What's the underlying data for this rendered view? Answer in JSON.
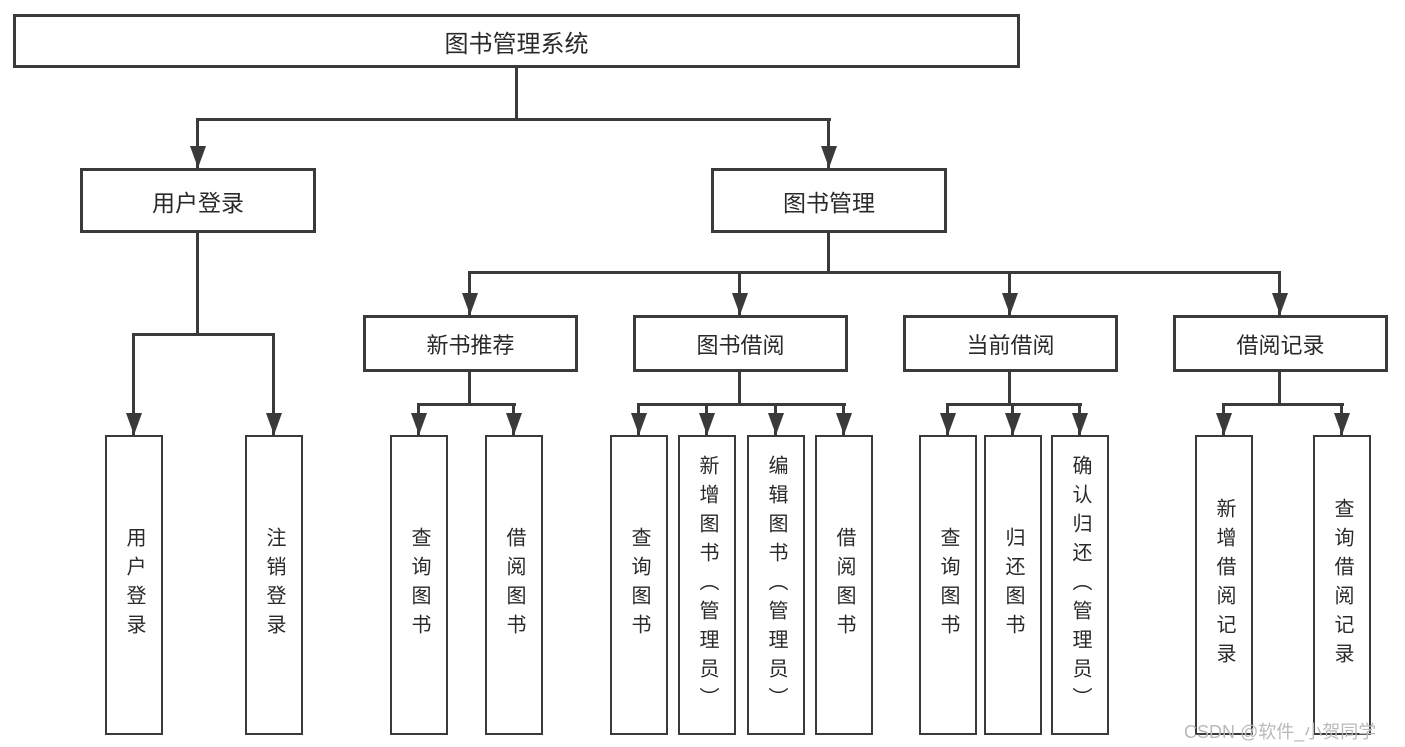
{
  "colors": {
    "line": "#3a3a3a",
    "box_border": "#3a3a3a",
    "text": "#2a2a2a",
    "background": "#ffffff",
    "watermark": "#b9b9b9"
  },
  "chart_type": "tree-diagram",
  "tree": {
    "root": {
      "label": "图书管理系统"
    },
    "level2": [
      {
        "label": "用户登录"
      },
      {
        "label": "图书管理"
      }
    ],
    "level3": [
      {
        "label": "新书推荐"
      },
      {
        "label": "图书借阅"
      },
      {
        "label": "当前借阅"
      },
      {
        "label": "借阅记录"
      }
    ],
    "leaves": {
      "user_login": [
        "用户登录",
        "注销登录"
      ],
      "new_book_recommend": [
        "查询图书",
        "借阅图书"
      ],
      "book_borrow": [
        "查询图书",
        "新增图书（管理员）",
        "编辑图书（管理员）",
        "借阅图书"
      ],
      "current_borrow": [
        "查询图书",
        "归还图书",
        "确认归还（管理员）"
      ],
      "borrow_records": [
        "新增借阅记录",
        "查询借阅记录"
      ]
    }
  },
  "watermark": {
    "text": "CSDN @软件_小贺同学"
  }
}
